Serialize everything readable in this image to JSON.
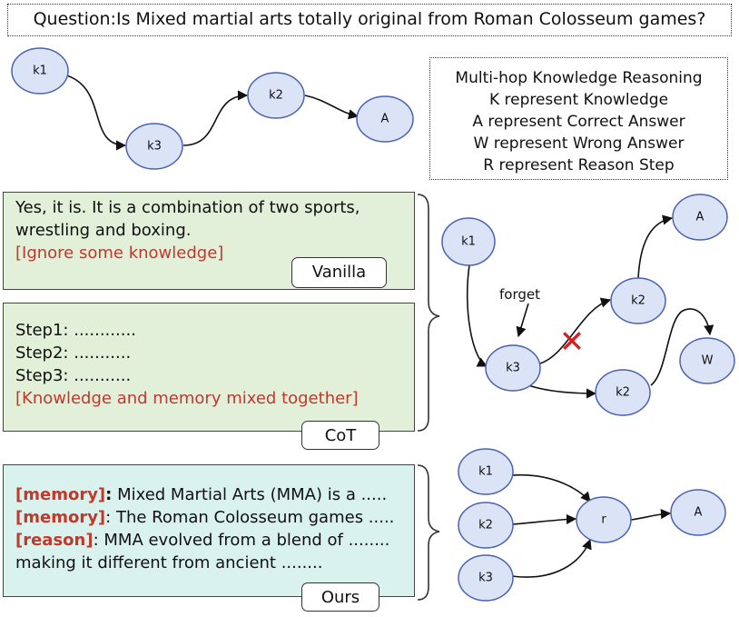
{
  "question": "Question:Is Mixed martial arts totally original from Roman Colosseum games?",
  "legend": [
    "Multi-hop Knowledge Reasoning",
    "K represent Knowledge",
    "A represent Correct Answer",
    "W represent Wrong Answer",
    "R represent Reason Step"
  ],
  "vanilla": {
    "line1": "Yes, it is. It is a combination of two sports,",
    "line2": "wrestling and boxing.",
    "note": "[Ignore some knowledge]",
    "tag": "Vanilla"
  },
  "cot": {
    "step1": "Step1: ............",
    "step2": "Step2: ...........",
    "step3": "Step3: ...........",
    "note": "[Knowledge and memory mixed together]",
    "tag": "CoT"
  },
  "ours": {
    "l1_tag": "[memory]",
    "l1_colon": ":",
    "l1_text": " Mixed Martial Arts (MMA) is a .....",
    "l2_tag": "[memory]",
    "l2_text": ": The Roman Colosseum games .....",
    "l3_tag": "[reason]",
    "l3_text": ":  MMA evolved from a blend of ........",
    "l4_text": "making it different from ancient ........",
    "tag": "Ours"
  },
  "top_graph": {
    "nodes": [
      "k1",
      "k3",
      "k2",
      "A"
    ]
  },
  "middle_graph": {
    "nodes": [
      "k1",
      "k3",
      "k2",
      "k2",
      "A",
      "W"
    ],
    "forget_label": "forget",
    "cross": "✕"
  },
  "bottom_graph": {
    "nodes": [
      "k1",
      "k2",
      "k3",
      "r",
      "A"
    ]
  },
  "colors": {
    "node_fill": "#dbe3f7",
    "node_stroke": "#4a62b0",
    "panel_green": "#e2efd9",
    "panel_cyan": "#d9f2ee",
    "accent_red": "#c0392b",
    "cross_red": "#d62020"
  }
}
